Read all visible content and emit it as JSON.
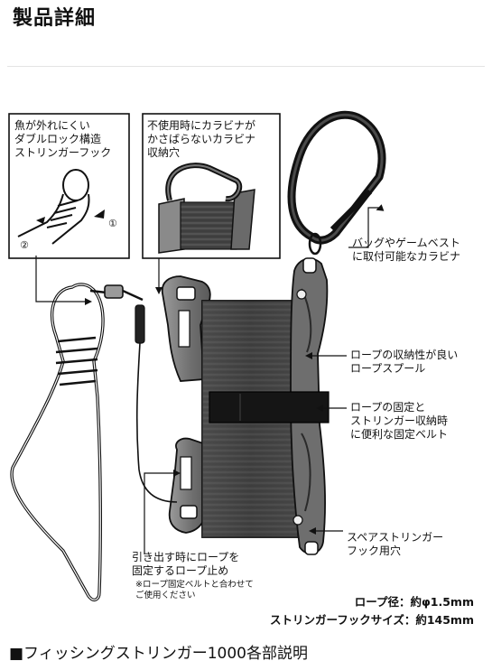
{
  "page_title": "製品詳細",
  "callouts": {
    "double_lock": [
      "魚が外れにくい",
      "ダブルロック構造",
      "ストリンガーフック"
    ],
    "marker_1": "①",
    "marker_2": "②",
    "carabiner_storage": [
      "不使用時にカラビナが",
      "かさばらないカラビナ",
      "収納穴"
    ],
    "carabiner": [
      "バッグやゲームベスト",
      "に取付可能なカラビナ"
    ],
    "rope_spool": [
      "ロープの収納性が良い",
      "ロープスプール"
    ],
    "fixing_belt": [
      "ロープの固定と",
      "ストリンガー収納時",
      "に便利な固定ベルト"
    ],
    "spare_hole": [
      "スペアストリンガー",
      "フック用穴"
    ],
    "rope_stopper": [
      "引き出す時にロープを",
      "固定するロープ止め"
    ],
    "rope_stopper_note": [
      "※ロープ固定ベルトと合わせて",
      "ご使用ください"
    ]
  },
  "specs": {
    "rope_diameter": "ロープ径：約φ1.5mm",
    "hook_size": "ストリンガーフックサイズ：約145mm"
  },
  "footer_heading": "■フィッシングストリンガー1000各部説明",
  "colors": {
    "product_gray": "#7a7a7a",
    "product_dark": "#3d3d3d",
    "spool_rope": "#4a4a4a",
    "belt": "#151515",
    "line": "#111111",
    "divider": "#e3e3e3"
  }
}
